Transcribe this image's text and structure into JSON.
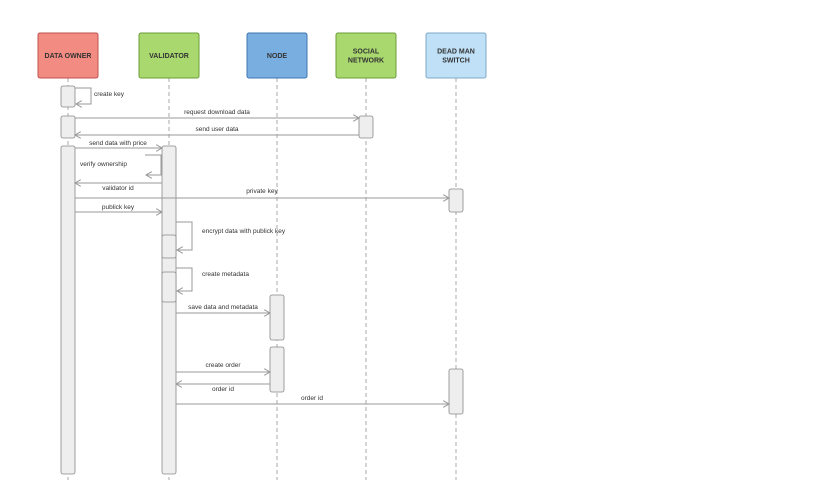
{
  "diagram": {
    "type": "sequence",
    "actors": [
      {
        "id": "data_owner",
        "lines": [
          "DATA OWNER"
        ],
        "fill": "#f28b82",
        "stroke": "#c0504d"
      },
      {
        "id": "validator",
        "lines": [
          "VALIDATOR"
        ],
        "fill": "#a8d86e",
        "stroke": "#6c9b3a"
      },
      {
        "id": "node",
        "lines": [
          "NODE"
        ],
        "fill": "#78aee0",
        "stroke": "#3f76b0"
      },
      {
        "id": "social_network",
        "lines": [
          "SOCIAL",
          "NETWORK"
        ],
        "fill": "#a8d86e",
        "stroke": "#6c9b3a"
      },
      {
        "id": "dead_man_switch",
        "lines": [
          "DEAD MAN",
          "SWITCH"
        ],
        "fill": "#bfe0f7",
        "stroke": "#7fa9c8"
      }
    ],
    "messages": [
      {
        "from": "data_owner",
        "to": "data_owner",
        "label": "create key"
      },
      {
        "from": "data_owner",
        "to": "social_network",
        "label": "request download data"
      },
      {
        "from": "social_network",
        "to": "data_owner",
        "label": "send user data"
      },
      {
        "from": "data_owner",
        "to": "validator",
        "label": "send data with price"
      },
      {
        "from": "validator",
        "to": "validator",
        "label": "verify ownership"
      },
      {
        "from": "validator",
        "to": "data_owner",
        "label": "validator id"
      },
      {
        "from": "data_owner",
        "to": "dead_man_switch",
        "label": "private key"
      },
      {
        "from": "data_owner",
        "to": "validator",
        "label": "publick key"
      },
      {
        "from": "validator",
        "to": "validator",
        "label": "encrypt data with publick key"
      },
      {
        "from": "validator",
        "to": "validator",
        "label": "create metadata"
      },
      {
        "from": "validator",
        "to": "node",
        "label": "save data and metadata"
      },
      {
        "from": "validator",
        "to": "node",
        "label": "create order"
      },
      {
        "from": "node",
        "to": "validator",
        "label": "order id"
      },
      {
        "from": "validator",
        "to": "dead_man_switch",
        "label": "order id"
      }
    ],
    "colors": {
      "lifeline": "#aaaaaa",
      "arrow": "#999999",
      "activation_fill": "#eeeeee",
      "activation_stroke": "#888888"
    }
  }
}
